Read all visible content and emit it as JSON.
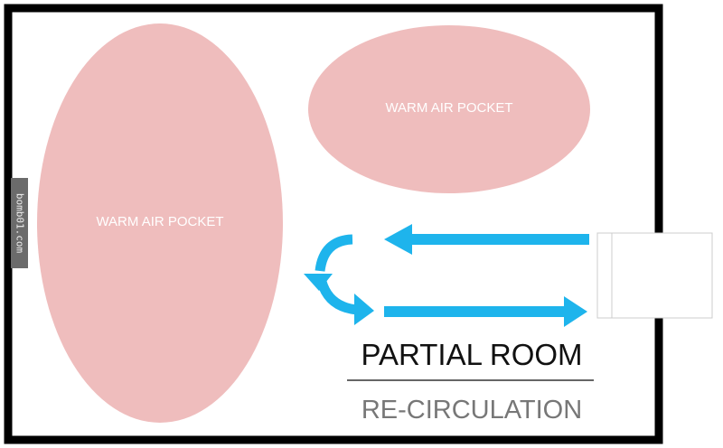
{
  "pockets": [
    {
      "label": "WARM AIR POCKET"
    },
    {
      "label": "WARM AIR POCKET"
    }
  ],
  "title": "PARTIAL ROOM",
  "subtitle": "RE-CIRCULATION",
  "watermark": "bomb01.com",
  "colors": {
    "pocket": "#efbdbd",
    "arrow": "#1eb4ec",
    "wall": "#000000",
    "title": "#111111",
    "subtitle": "#777777"
  }
}
